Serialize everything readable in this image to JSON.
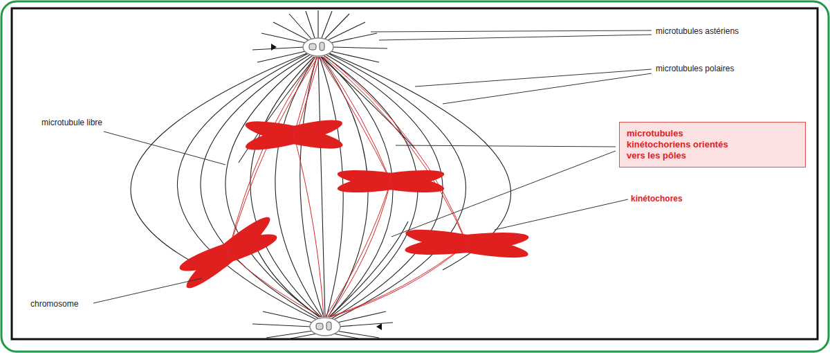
{
  "diagram": {
    "nodes": [
      {
        "text": [
          "microtubules kinétochoriens orientés vers les pôles"
        ]
      }
    ],
    "labels": [
      "microtubules astériens",
      "microtubules polaires",
      "microtubule libre",
      "kinétochores",
      "chromosome"
    ]
  }
}
